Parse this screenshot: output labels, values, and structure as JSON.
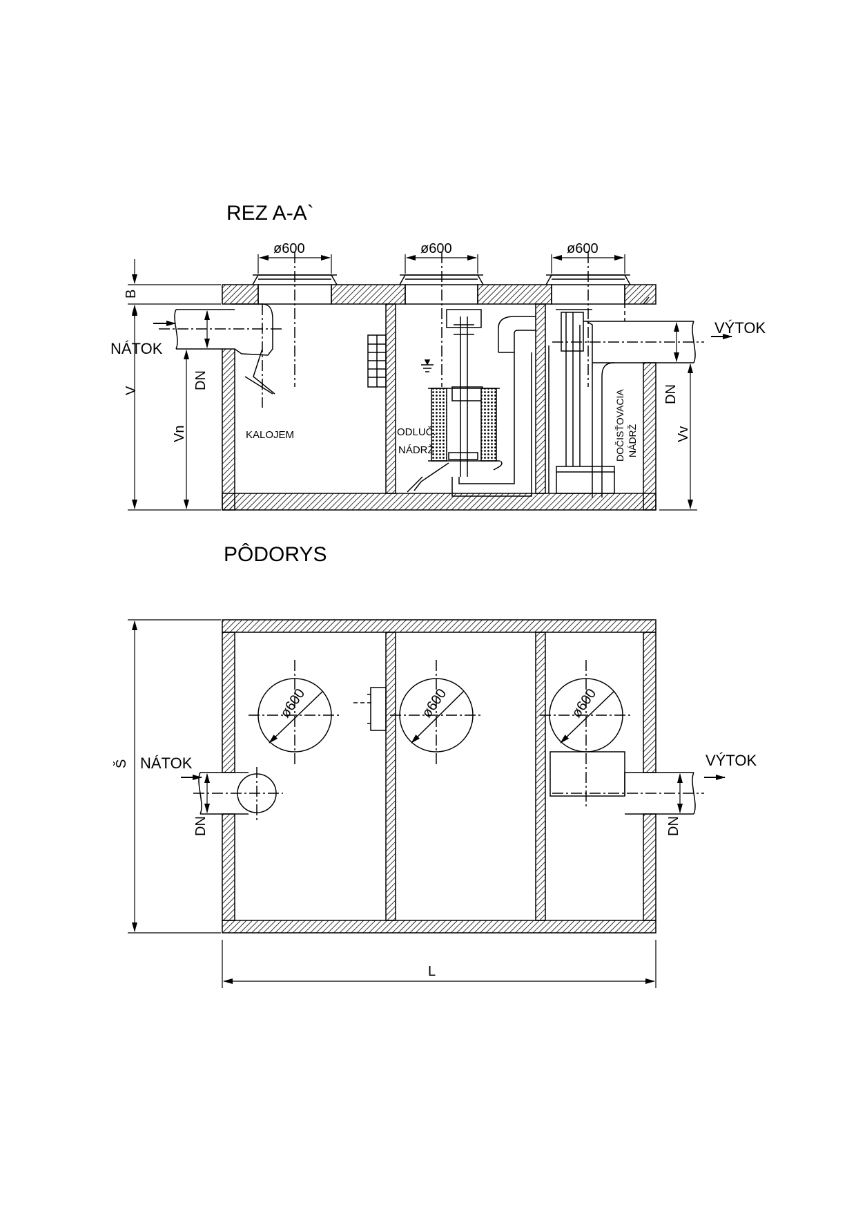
{
  "section_title": "REZ  A-A`",
  "plan_title": "PÔDORYS",
  "manhole_diameter": "ø600",
  "manhole_diameter_plan": "ø600",
  "section": {
    "inflow": "NÁTOK",
    "outflow": "VÝTOK",
    "chamber_1": "KALOJEM",
    "chamber_2_line1": "ODLUČ.",
    "chamber_2_line2": "NÁDRŽ",
    "chamber_3_line1": "DOČISŤOVACIA",
    "chamber_3_line2": "NÁDRŽ",
    "dim_b": "B",
    "dim_v": "V",
    "dim_vn": "Vn",
    "dim_vv": "Vv",
    "dim_dn": "DN"
  },
  "plan": {
    "inflow": "NÁTOK",
    "outflow": "VÝTOK",
    "dim_s": "Š",
    "dim_l": "L",
    "dim_dn": "DN"
  }
}
